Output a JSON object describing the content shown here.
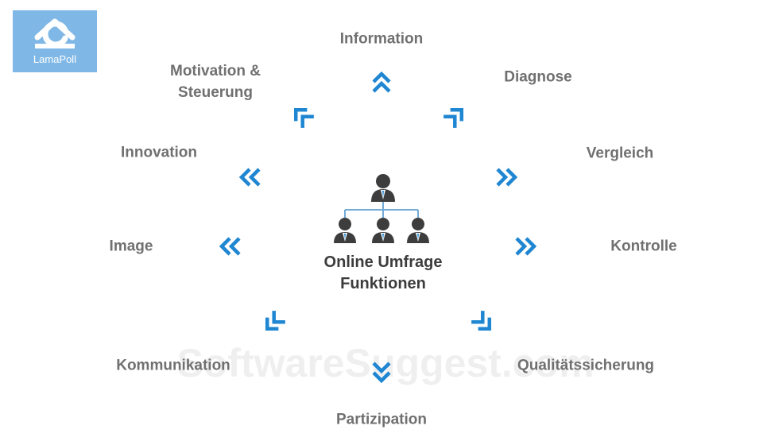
{
  "logo": {
    "text": "LamaPoll",
    "bg_color": "#7fb8e6"
  },
  "watermark": "SoftwareSuggest.com",
  "center": {
    "line1": "Online Umfrage",
    "line2": "Funktionen"
  },
  "colors": {
    "arrow": "#1f86d2",
    "label": "#707070",
    "person": "#3d3d3d",
    "connector": "#73abd9"
  },
  "functions": [
    {
      "id": "information",
      "lines": [
        "Information"
      ]
    },
    {
      "id": "diagnose",
      "lines": [
        "Diagnose"
      ]
    },
    {
      "id": "vergleich",
      "lines": [
        "Vergleich"
      ]
    },
    {
      "id": "kontrolle",
      "lines": [
        "Kontrolle"
      ]
    },
    {
      "id": "qualitaetssicherung",
      "lines": [
        "Qualitätssicherung"
      ]
    },
    {
      "id": "partizipation",
      "lines": [
        "Partizipation"
      ]
    },
    {
      "id": "kommunikation",
      "lines": [
        "Kommunikation"
      ]
    },
    {
      "id": "image",
      "lines": [
        "Image"
      ]
    },
    {
      "id": "innovation",
      "lines": [
        "Innovation"
      ]
    },
    {
      "id": "motivation-steuerung",
      "lines": [
        "Motivation &",
        "Steuerung"
      ]
    }
  ]
}
